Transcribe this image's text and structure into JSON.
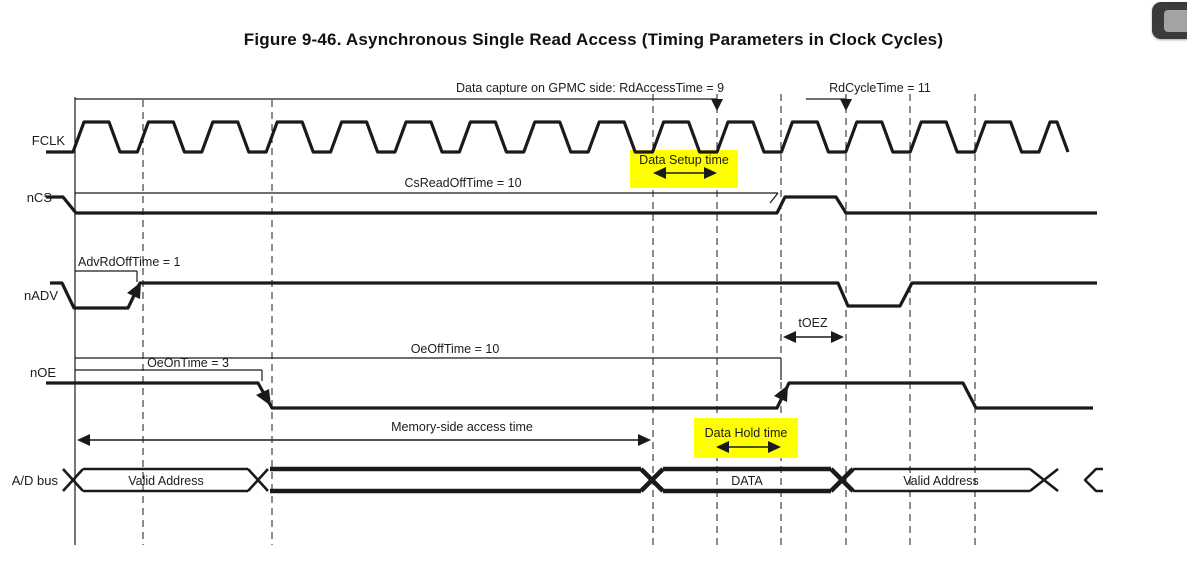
{
  "figure": {
    "title": "Figure 9-46. Asynchronous Single Read Access (Timing Parameters in Clock Cycles)"
  },
  "annotations": {
    "data_capture": "Data capture on GPMC side: RdAccessTime = 9",
    "rd_cycle_time": "RdCycleTime = 11",
    "cs_read_off_time": "CsReadOffTime = 10",
    "data_setup_time": "Data Setup time",
    "adv_rd_off_time": "AdvRdOffTime = 1",
    "t_oez": "tOEZ",
    "oe_off_time": "OeOffTime = 10",
    "oe_on_time": "OeOnTime = 3",
    "memory_access_time": "Memory-side access time",
    "data_hold_time": "Data Hold time"
  },
  "timing_parameters": {
    "rd_access_time_cycles": 9,
    "rd_cycle_time_cycles": 11,
    "cs_read_off_time_cycles": 10,
    "adv_rd_off_time_cycles": 1,
    "oe_off_time_cycles": 10,
    "oe_on_time_cycles": 3
  },
  "signals": {
    "fclk": {
      "label": "FCLK"
    },
    "ncs": {
      "label": "nCS"
    },
    "nadv": {
      "label": "nADV"
    },
    "noe": {
      "label": "nOE"
    },
    "ad_bus": {
      "label": "A/D bus",
      "segments": [
        "Valid Address",
        "DATA",
        "Valid Address"
      ]
    }
  },
  "colors": {
    "line": "#1a1a1a",
    "highlight": "#ffff00"
  }
}
